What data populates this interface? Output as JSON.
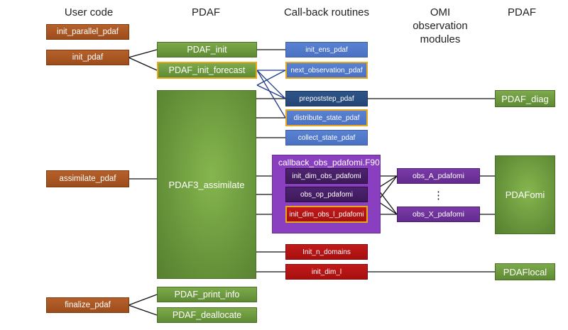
{
  "headers": {
    "user_code": "User code",
    "pdaf_left": "PDAF",
    "callbacks": "Call-back routines",
    "omi": "OMI\nobservation\nmodules",
    "pdaf_right": "PDAF"
  },
  "user_code": {
    "init_parallel": "init_parallel_pdaf",
    "init": "init_pdaf",
    "assimilate": "assimilate_pdaf",
    "finalize": "finalize_pdaf"
  },
  "pdaf": {
    "init": "PDAF_init",
    "init_forecast": "PDAF_init_forecast",
    "assimilate": "PDAF3_assimilate",
    "print_info": "PDAF_print_info",
    "deallocate": "PDAF_deallocate"
  },
  "callbacks": {
    "init_ens": "init_ens_pdaf",
    "next_observation": "next_observation_pdaf",
    "prepoststep": "prepoststep_pdaf",
    "distribute_state": "distribute_state_pdaf",
    "collect_state": "collect_state_pdaf",
    "obs_panel_title": "callback_obs_pdafomi.F90",
    "init_dim_obs": "init_dim_obs_pdafomi",
    "obs_op": "obs_op_pdafomi",
    "init_dim_obs_l": "init_dim_obs_l_pdafomi",
    "init_n_domains": "Init_n_domains",
    "init_dim_l": "init_dim_l"
  },
  "omi": {
    "obs_a": "obs_A_pdafomi",
    "ellipsis": "⋮",
    "obs_x": "obs_X_pdafomi"
  },
  "pdaf_right": {
    "diag": "PDAF_diag",
    "omi": "PDAFomi",
    "local": "PDAFlocal"
  },
  "colors": {
    "user_code": "#a3531f",
    "pdaf": "#6b9a3e",
    "callback": "#4f77c9",
    "callback_dark": "#284d7e",
    "local": "#b31414",
    "omi": "#6e31a0",
    "obs_panel": "#8a3fc0",
    "highlight_border": "#e8a81c"
  }
}
